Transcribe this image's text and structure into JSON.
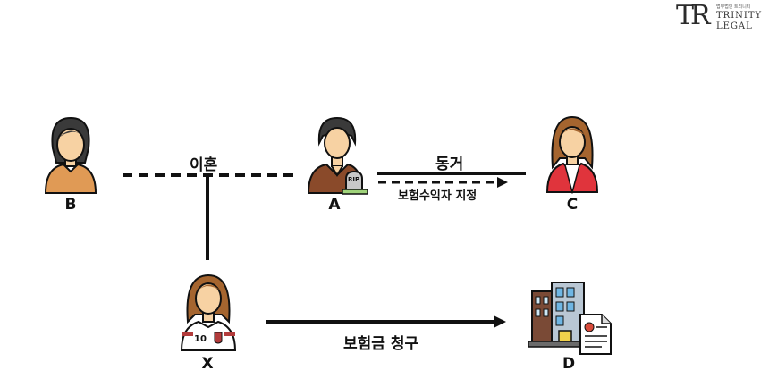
{
  "logo": {
    "monogram": "TR",
    "tiny_text": "법무법인 트리니티",
    "line1": "TRINITY",
    "line2": "LEGAL"
  },
  "nodes": {
    "b": "B",
    "a": "A",
    "c": "C",
    "x": "X",
    "d": "D"
  },
  "edges": {
    "divorce": "이혼",
    "cohabit": "동거",
    "beneficiary": "보험수익자 지정",
    "claim": "보험금 청구"
  },
  "badges": {
    "rip": "RIP",
    "jersey_number": "10"
  },
  "colors": {
    "skin": "#f7d2a3",
    "hair_dark": "#3a3a3a",
    "hair_brown": "#a5652f",
    "shirt_b": "#e09a55",
    "shirt_a": "#8a4a2a",
    "shirt_c": "#e0343c",
    "jersey": "#ffffff",
    "stroke": "#111111",
    "logo_gold": "#b59563"
  }
}
